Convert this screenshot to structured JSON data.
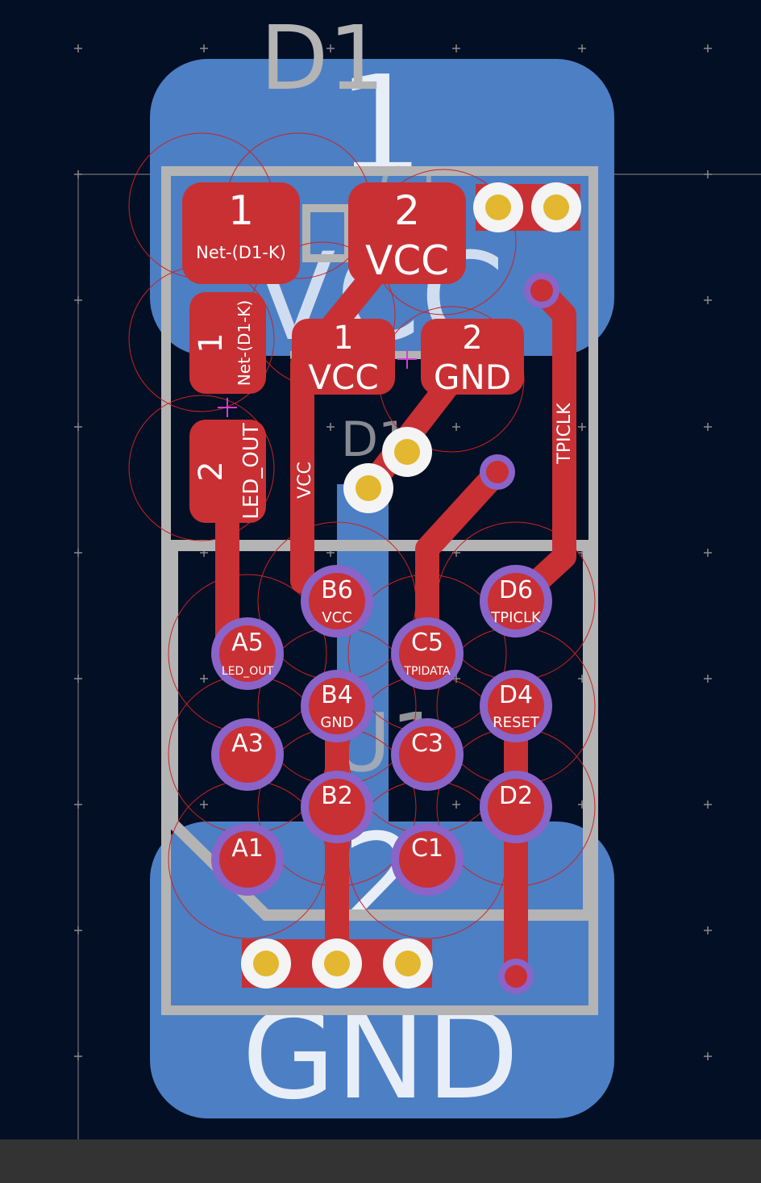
{
  "colors": {
    "background": "#030f24",
    "copper_top": "#c83034",
    "copper_bottom": "#4d7fc4",
    "silkscreen": "#b4b4b4",
    "bottom_text": "#e8eef8",
    "pad_text": "#ffffff",
    "via_ring": "#8a64c8",
    "hole": "#e3b72f",
    "courtyard": "#cc2222",
    "grid": "#8a8a8a",
    "status_bar": "#333333"
  },
  "board": {
    "ref_d1": "D1",
    "bottom_label_top": "1",
    "bottom_label_bottom": "2",
    "bottom_net_gnd": "GND",
    "silk_vcc_bottom": "VCC",
    "silk_c1": "C1",
    "silk_u1": "U1",
    "silk_d1_small": "D1"
  },
  "pads": {
    "d1_pad1": {
      "number": "1",
      "net": "Net-(D1-K)"
    },
    "c1_pad2": {
      "number": "2",
      "net": "VCC"
    },
    "r1_pad1": {
      "number": "1",
      "net": "Net-(D1-K)"
    },
    "r1_pad2": {
      "number": "2",
      "net": "LED_OUT"
    },
    "c2_pad1": {
      "number": "1",
      "net": "VCC"
    },
    "c2_pad2": {
      "number": "2",
      "net": "GND"
    }
  },
  "traces": {
    "vcc": "VCC",
    "tpiclk": "TPICLK"
  },
  "bga": [
    {
      "name": "B6",
      "net": "VCC"
    },
    {
      "name": "D6",
      "net": "TPICLK"
    },
    {
      "name": "A5",
      "net": "LED_OUT"
    },
    {
      "name": "C5",
      "net": "TPIDATA"
    },
    {
      "name": "B4",
      "net": "GND"
    },
    {
      "name": "D4",
      "net": "RESET"
    },
    {
      "name": "A3",
      "net": ""
    },
    {
      "name": "C3",
      "net": ""
    },
    {
      "name": "B2",
      "net": ""
    },
    {
      "name": "D2",
      "net": ""
    },
    {
      "name": "A1",
      "net": ""
    },
    {
      "name": "C1",
      "net": ""
    }
  ]
}
